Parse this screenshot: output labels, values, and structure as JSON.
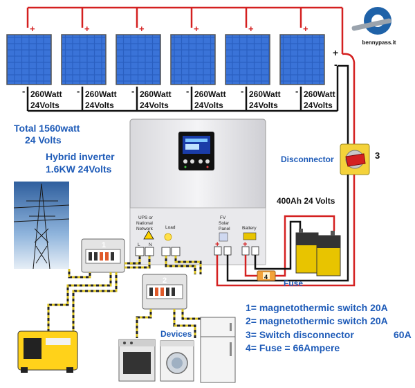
{
  "logo": {
    "text": "bennypass.it"
  },
  "panels": [
    {
      "label1": "260Watt",
      "label2": "24Volts"
    },
    {
      "label1": "260Watt",
      "label2": "24Volts"
    },
    {
      "label1": "260Watt",
      "label2": "24Volts"
    },
    {
      "label1": "260Watt",
      "label2": "24Volts"
    },
    {
      "label1": "260Watt",
      "label2": "24Volts"
    },
    {
      "label1": "260Watt",
      "label2": "24Volts"
    }
  ],
  "plus": "+",
  "minus": "-",
  "total": {
    "line1": "Total 1560watt",
    "line2": "24 Volts"
  },
  "inverter": {
    "title1": "Hybrid inverter",
    "title2": "1.6KW 24Volts",
    "port_ups_1": "UPS or",
    "port_ups_2": "National",
    "port_ups_3": "Network",
    "port_load": "Load",
    "port_fv_1": "FV",
    "port_fv_2": "Solar",
    "port_fv_3": "Panel",
    "port_battery": "Battery",
    "term_l": "L",
    "term_n": "N"
  },
  "disconnector": {
    "label": "Disconnector",
    "number": "3"
  },
  "battery": {
    "label": "400Ah 24 Volts"
  },
  "fuse": {
    "label": "Fuse",
    "number": "4"
  },
  "box1": {
    "number": "1"
  },
  "box2": {
    "number": "2"
  },
  "devices": {
    "label": "Devices"
  },
  "legend": [
    {
      "text": "1= magnetothermic switch 20A"
    },
    {
      "text": "2= magnetothermic switch 20A"
    },
    {
      "text": "3= Switch disconnector",
      "value": "60A"
    },
    {
      "text": "4= Fuse = 66Ampere"
    }
  ],
  "colors": {
    "label_blue": "#1e5bb8",
    "wire_red": "#d42020",
    "panel_blue": "#2a5fc0",
    "wire_black": "#111111",
    "ground_yellow": "#d8c020"
  }
}
